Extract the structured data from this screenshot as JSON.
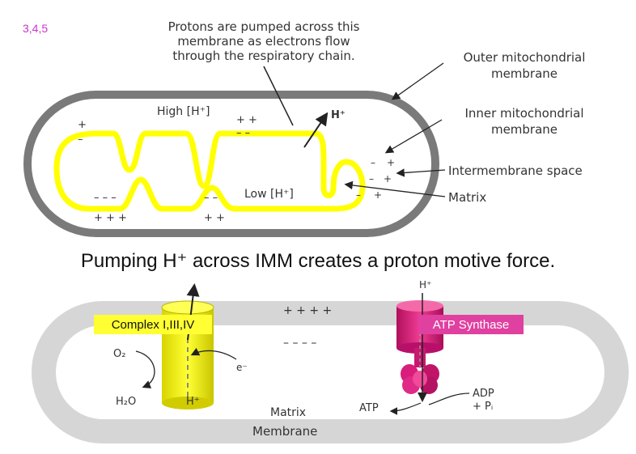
{
  "page_number": "3,4,5",
  "top": {
    "callout": [
      "Protons are pumped across this",
      "membrane as electrons flow",
      "through the respiratory chain."
    ],
    "labels": {
      "outer": [
        "Outer mitochondrial",
        "membrane"
      ],
      "inner": [
        "Inner mitochondrial",
        "membrane"
      ],
      "intermembrane": "Intermembrane space",
      "matrix": "Matrix"
    },
    "high_h": "High [H⁺]",
    "low_h": "Low [H⁺]",
    "proton": "H⁺",
    "charges": {
      "pp": "+ +",
      "mm": "– –",
      "ppp": "+ + +",
      "mmm": "– – –",
      "plus": "+",
      "minus": "–"
    }
  },
  "headline": "Pumping H⁺ across IMM creates a proton motive force.",
  "bottom": {
    "complex_label": "Complex I,III,IV",
    "atp_synthase_label": "ATP Synthase",
    "o2": "O₂",
    "h2o": "H₂O",
    "h_plus": "H⁺",
    "electron": "e⁻",
    "h_plus_top": "H⁺",
    "adp": "ADP",
    "pi": "+ Pᵢ",
    "atp": "ATP",
    "matrix": "Matrix",
    "membrane": "Membrane",
    "plus_row": "+ + + +",
    "minus_row": "– – – –"
  },
  "colors": {
    "accent_magenta": "#cc33cc",
    "inner_membrane_yellow": "#ffff00",
    "outer_membrane_gray": "#7a7a7a",
    "complex_yellow": "#f2ee00",
    "atp_synthase_pink": "#e0207a"
  }
}
